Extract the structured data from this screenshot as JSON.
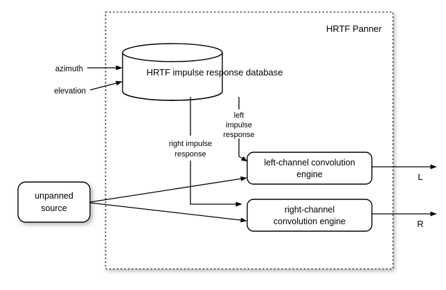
{
  "diagram": {
    "type": "block-diagram",
    "title": "HRTF Panner",
    "container": {
      "label": "HRTF Panner",
      "style": "dashed-border-with-shadow",
      "border_color": "#333333",
      "fill": "#ffffff"
    },
    "nodes": [
      {
        "id": "database",
        "label": "HRTF impulse response database",
        "shape": "cylinder"
      },
      {
        "id": "left-engine",
        "label_lines": [
          "left-channel convolution",
          "engine"
        ],
        "shape": "rounded-rectangle"
      },
      {
        "id": "right-engine",
        "label_lines": [
          "right-channel",
          "convolution engine"
        ],
        "shape": "rounded-rectangle"
      },
      {
        "id": "unpanned-source",
        "label_lines": [
          "unpanned",
          "source"
        ],
        "shape": "rounded-rectangle-shadow"
      }
    ],
    "inputs": [
      {
        "id": "azimuth",
        "label": "azimuth"
      },
      {
        "id": "elevation",
        "label": "elevation"
      }
    ],
    "outputs": [
      {
        "id": "left-output",
        "label": "L"
      },
      {
        "id": "right-output",
        "label": "R"
      }
    ],
    "edge_labels": [
      {
        "id": "left-impulse-response",
        "lines": [
          "left",
          "impulse",
          "response"
        ]
      },
      {
        "id": "right-impulse-response",
        "lines": [
          "right impulse",
          "response"
        ]
      }
    ],
    "colors": {
      "stroke": "#000000",
      "text": "#000000",
      "background": "#ffffff",
      "container_border": "#333333",
      "shadow": "#b4b4b4"
    }
  }
}
